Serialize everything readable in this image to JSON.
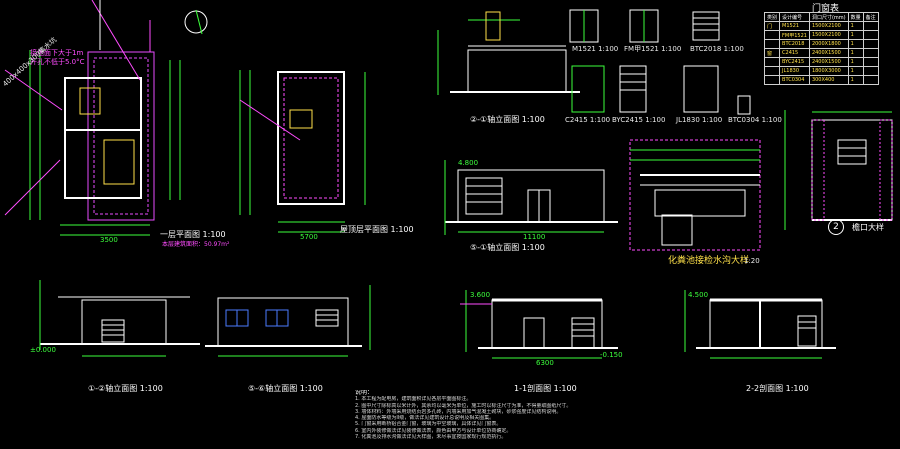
{
  "titles": {
    "plan1": "一层平面图  1:100",
    "roof": "屋顶层平面图  1:100",
    "elev_top": "②-①轴立面图  1:100",
    "elev_front": "⑤-①轴立面图  1:100",
    "elev_bl": "①-②轴立面图  1:100",
    "elev_bm": "⑤-⑥轴立面图  1:100",
    "sec1": "1-1剖面图  1:100",
    "sec2": "2-2剖面图  1:100",
    "septic": "化粪池接检水沟大样",
    "septic_scale": "1:20",
    "detail2": "檐口大样",
    "detail2_num": "2"
  },
  "area_note": "本层建筑面积：50.97m²",
  "plan_callouts": {
    "c1": "接地面下大于1m",
    "c2": "开孔不低于5.0°C",
    "c3": "400x400x300集水坑"
  },
  "door_labels": {
    "d1": "M1521  1:100",
    "d2": "FM甲1521  1:100",
    "d3": "BTC2018  1:100",
    "w1": "C2415  1:100",
    "w2": "BYC2415  1:100",
    "w3": "JL1830  1:100",
    "w4": "BTC0304  1:100"
  },
  "schedule": {
    "title": "门窗表",
    "headers": [
      "类别",
      "设计编号",
      "洞口尺寸(mm)",
      "数量",
      "备注"
    ],
    "rows": [
      [
        "门",
        "M1521",
        "1500X2100",
        "1",
        ""
      ],
      [
        "",
        "FM甲1521",
        "1500X2100",
        "1",
        ""
      ],
      [
        "",
        "BTC2018",
        "2000X1800",
        "1",
        ""
      ],
      [
        "窗",
        "C2415",
        "2400X1500",
        "1",
        ""
      ],
      [
        "",
        "BYC2415",
        "2400X1500",
        "1",
        ""
      ],
      [
        "",
        "JL1830",
        "1800X3000",
        "1",
        ""
      ],
      [
        "",
        "BTC0304",
        "300X400",
        "1",
        ""
      ]
    ]
  },
  "dims": {
    "d1": "11100",
    "d2": "5700",
    "d3": "3500",
    "d4": "6300",
    "d5": "4.800",
    "d6": "±0.000",
    "d7": "-0.150",
    "d8": "3.600",
    "d9": "4.500"
  },
  "notes": {
    "title": "说明：",
    "lines": [
      "1. 本工程为配电房，建筑面积详见各层平面图标注。",
      "2. 图中尺寸除标高以米计外，其余均以毫米为单位，施工时以标注尺寸为准，不得量取图纸尺寸。",
      "3. 墙体材料：外墙采用烧结页岩多孔砖，内墙采用加气混凝土砌块，砂浆强度详见结构说明。",
      "4. 屋面防水等级为II级，做法详见建筑设计总说明及相关图集。",
      "5. 门窗采用断桥铝合金门窗，玻璃为中空玻璃，具体详见门窗表。",
      "6. 室内外装修做法详见装修做法表，颜色由甲方与设计单位协商确定。",
      "7. 化粪池及排水沟做法详见大样图，未尽事宜按国家现行规范执行。"
    ]
  }
}
